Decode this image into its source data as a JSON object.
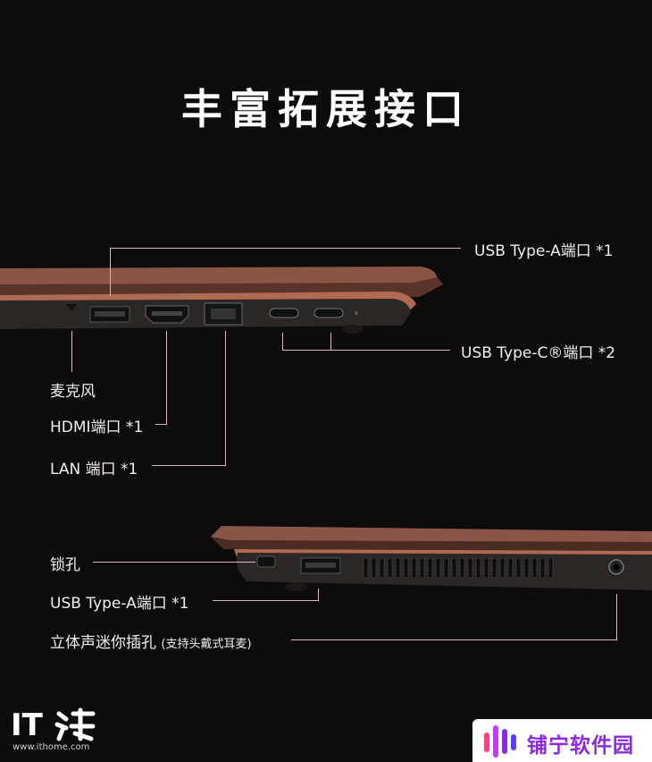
{
  "title": "丰富拓展接口",
  "left_side": {
    "usb_a": "USB Type-A端口 *1",
    "usb_c": "USB Type-C®端口 *2",
    "mic": "麦克风",
    "hdmi": "HDMI端口 *1",
    "lan": "LAN 端口 *1"
  },
  "right_side": {
    "lock": "锁孔",
    "usb_a": "USB Type-A端口 *1",
    "audio": "立体声迷你插孔",
    "audio_note": "(支持头戴式耳麦)"
  },
  "watermark": {
    "it": "IT",
    "url": "www.ithome.com",
    "site": "铺宁软件园"
  },
  "colors": {
    "background": "#0d0b0c",
    "chassis": "#7b4a3c",
    "callout": "#d8b8bd",
    "brand": "#8a2be2"
  }
}
